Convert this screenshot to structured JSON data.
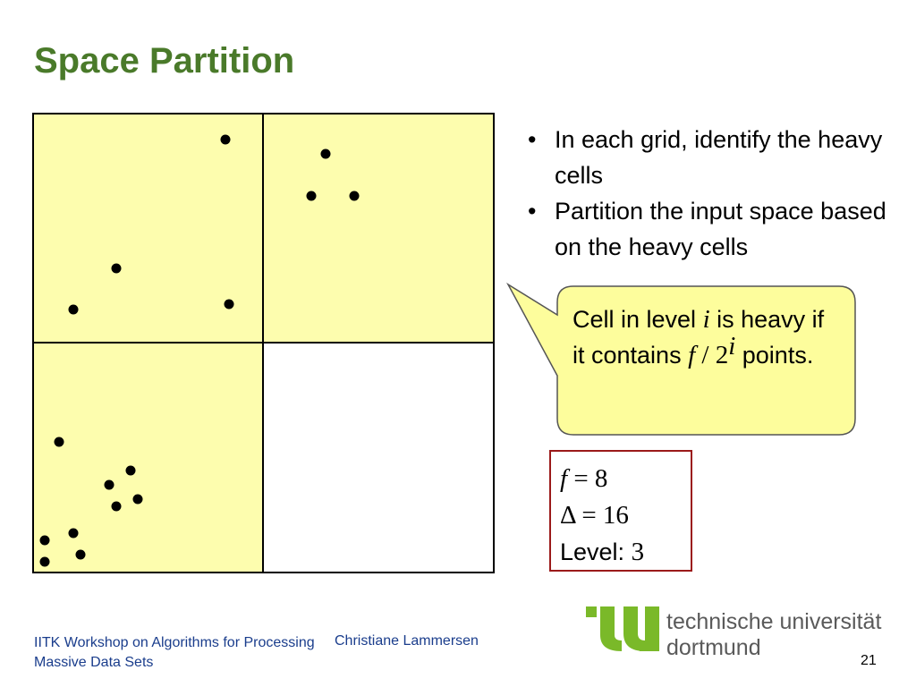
{
  "slide": {
    "title": "Space Partition",
    "bullets": [
      "In each grid, identify the heavy cells",
      "Partition the input space based on the heavy cells"
    ],
    "callout": {
      "part1": "Cell in level ",
      "var_i": "i",
      "part2": " is heavy if it contains ",
      "var_f": "f",
      "slash": " / 2",
      "sup_i": "i",
      "part3": " points."
    },
    "params": {
      "f_var": "f",
      "f_eq": " = 8",
      "delta": "Δ",
      "delta_eq": " = 16",
      "level_label": "Level: ",
      "level_value": "3"
    },
    "footer": {
      "event": "IITK Workshop on Algorithms for Processing Massive Data Sets",
      "author": "Christiane Lammersen",
      "page": "21"
    },
    "logo": {
      "line1": "technische universität",
      "line2": "dortmund"
    }
  },
  "colors": {
    "title": "#4a7a2a",
    "cell_fill": "#fdfdae",
    "params_border": "#9b1a1a",
    "footer_text": "#1a3d8c",
    "logo_green": "#7ab929"
  },
  "icons": [
    "callout-bubble",
    "tu-logo-icon"
  ]
}
